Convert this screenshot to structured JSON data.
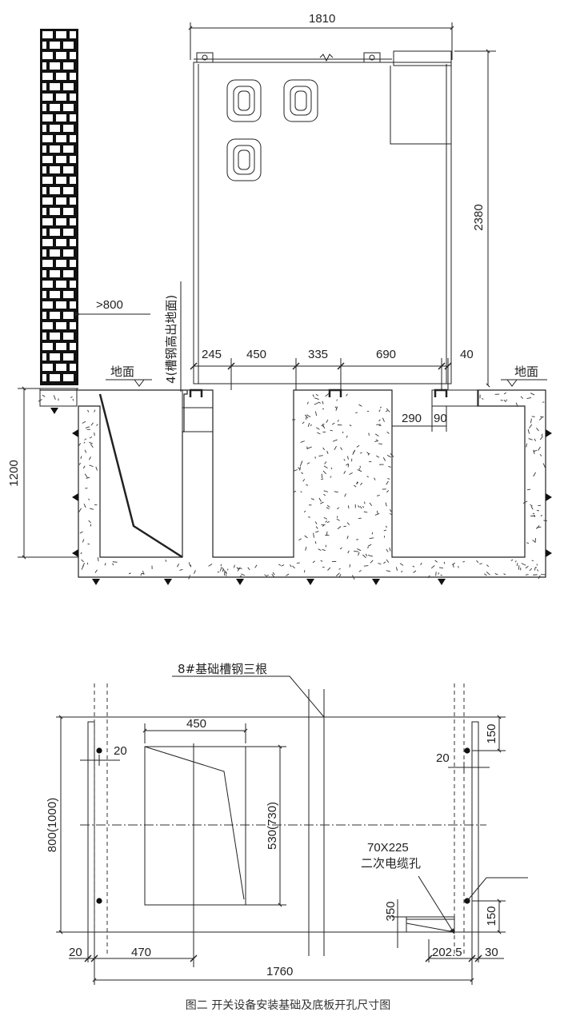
{
  "elevation": {
    "cabinet_width": "1810",
    "cabinet_height": "2380",
    "wall_clearance": ">800",
    "floor_label_left": "地面",
    "floor_label_right": "地面",
    "channel_note": "4(槽钢高出地面)",
    "bottom_dims": [
      "245",
      "450",
      "335",
      "690",
      "40"
    ],
    "trench_dims": [
      "290",
      "90"
    ],
    "trench_depth": "1200"
  },
  "plan": {
    "channel_note": "8#基础槽钢三根",
    "opening_width": "450",
    "opening_height": "530(730)",
    "depth": "800(1000)",
    "left_offset": "20",
    "right_offset": "20",
    "right_top": "150",
    "right_bottom": "150",
    "cable_hole_size": "70X225",
    "cable_hole_label": "二次电缆孔",
    "cable_hole_height": "350",
    "edge_left": "20",
    "opening_offset": "470",
    "cable_hole_offset": "202.5",
    "edge_right": "30",
    "total_width": "1760"
  },
  "caption": "图二  开关设备安装基础及底板开孔尺寸图"
}
